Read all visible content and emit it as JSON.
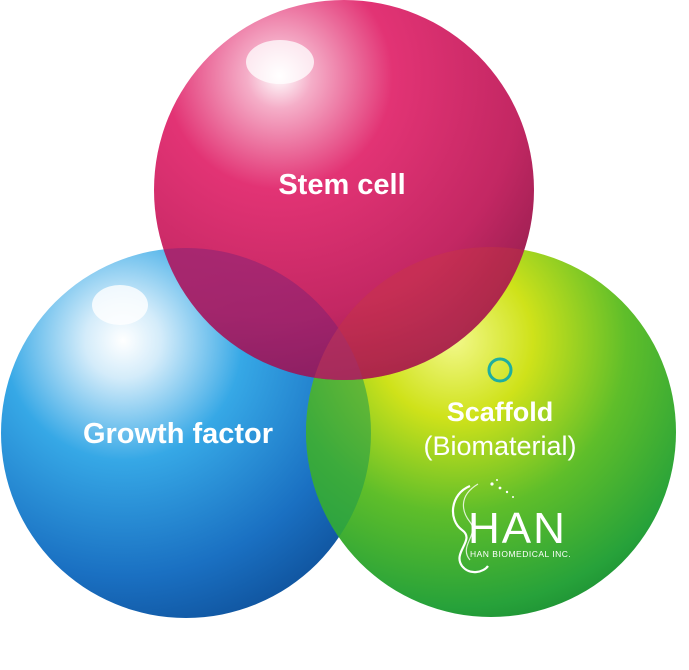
{
  "diagram": {
    "circles": {
      "stem_cell": {
        "label": "Stem cell",
        "color": "#c8185a"
      },
      "growth_factor": {
        "label": "Growth factor",
        "color": "#1a74c4"
      },
      "scaffold": {
        "label_line1": "Scaffold",
        "label_line2": "(Biomaterial)",
        "color": "#2fa83a"
      }
    },
    "logo": {
      "wordmark": "HAN",
      "company": "HAN BIOMEDICAL INC."
    }
  }
}
